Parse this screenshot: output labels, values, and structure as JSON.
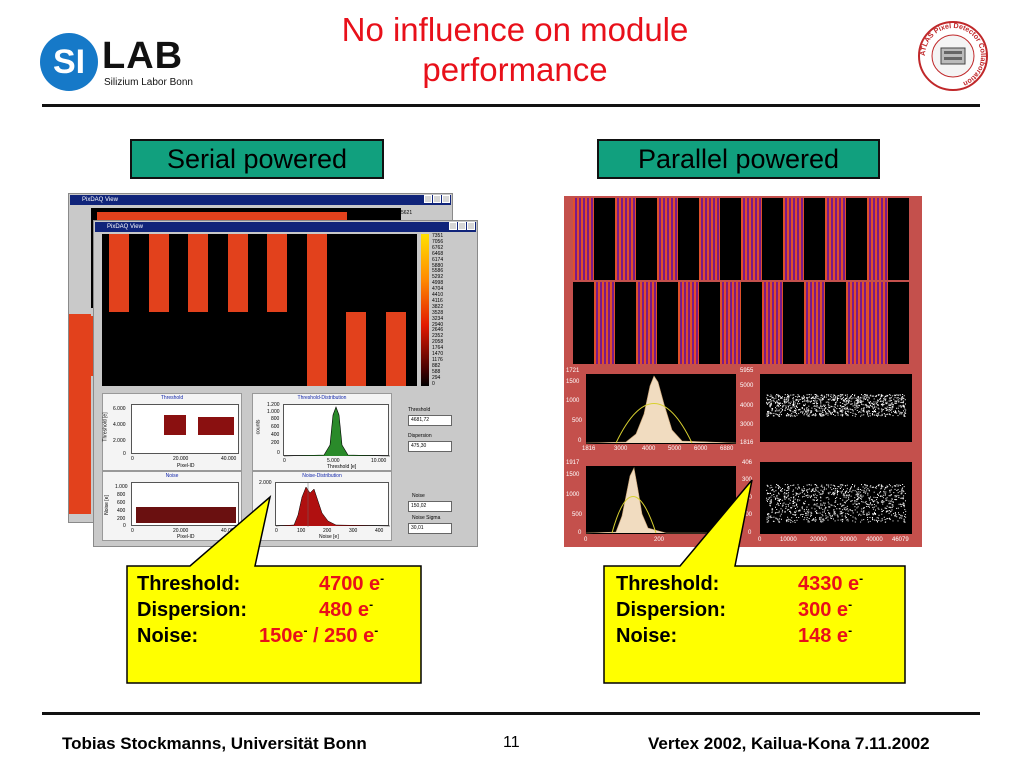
{
  "header": {
    "logo_short": "SI",
    "logo_name": "LAB",
    "logo_subtitle": "Silizium Labor Bonn",
    "title_line1": "No influence on module",
    "title_line2": "performance",
    "atlas_logo_text": "ATLAS Pixel Detector Collaboration"
  },
  "panels": {
    "serial_label": "Serial powered",
    "parallel_label": "Parallel powered"
  },
  "serial_window": {
    "back_title": "PixDAQ View",
    "front_title": "PixDAQ View",
    "back_scale_top": "5621",
    "scale_values": [
      "7351",
      "7056",
      "6762",
      "6468",
      "6174",
      "5880",
      "5586",
      "5292",
      "4998",
      "4704",
      "4410",
      "4116",
      "3822",
      "3528",
      "3234",
      "2940",
      "2646",
      "2352",
      "2058",
      "1764",
      "1470",
      "1176",
      "882",
      "588",
      "294",
      "0"
    ],
    "plot_threshold_title": "Threshold",
    "plot_threshold_dist_title": "Threshold-Distribution",
    "plot_noise_title": "Noise",
    "plot_noise_dist_title": "Noise-Distribution",
    "threshold_yticks": [
      "6.000",
      "4.000",
      "2.000",
      "0"
    ],
    "threshold_xticks": [
      "0",
      "20.000",
      "40.000"
    ],
    "threshold_xlabel": "Pixel-ID",
    "threshold_ylabel": "Threshold [e]",
    "tdist_yticks": [
      "1.200",
      "1.000",
      "800",
      "600",
      "400",
      "200",
      "0"
    ],
    "tdist_xticks": [
      "0",
      "5.000",
      "10.000"
    ],
    "tdist_xlabel": "Threshold [e]",
    "tdist_ylabel": "counts",
    "noise_yticks": [
      "1.000",
      "800",
      "600",
      "400",
      "200",
      "0"
    ],
    "noise_xticks": [
      "0",
      "20.000",
      "40.000"
    ],
    "noise_xlabel": "Pixel-ID",
    "noise_ylabel": "Noise [e]",
    "ndist_yticks": [
      "2.000"
    ],
    "ndist_xticks": [
      "0",
      "100",
      "200",
      "300",
      "400"
    ],
    "ndist_xlabel": "Noise [e]",
    "side_threshold_label": "Threshold",
    "side_threshold_value": "4681,72",
    "side_dispersion_label": "Dispersion",
    "side_dispersion_value": "475,30",
    "side_noise_label": "Noise",
    "side_noise_value": "150,02",
    "side_noise_sigma_label": "Noise Sigma",
    "side_noise_sigma_value": "30,01"
  },
  "parallel_window": {
    "hist1_top": "1721",
    "hist1_yticks": [
      "1500",
      "1000",
      "500",
      "0"
    ],
    "hist1_xticks": [
      "1816",
      "3000",
      "4000",
      "5000",
      "6000",
      "6880"
    ],
    "scatter1_top": "5955",
    "scatter1_yticks": [
      "5000",
      "4000",
      "3000",
      "1816"
    ],
    "hist2_top": "1917",
    "hist2_yticks": [
      "1500",
      "1000",
      "500",
      "0"
    ],
    "hist2_xticks": [
      "0",
      "200"
    ],
    "scatter2_top": "406",
    "scatter2_yticks": [
      "300",
      "200",
      "100",
      "0"
    ],
    "scatter_xticks": [
      "0",
      "10000",
      "20000",
      "30000",
      "40000",
      "46079"
    ],
    "map_colors": {
      "hot": "#e0502a",
      "cool": "#7a1a8a",
      "bg": "#000000"
    }
  },
  "callouts": {
    "serial": {
      "threshold_label": "Threshold:",
      "threshold_value": "4700 e",
      "dispersion_label": "Dispersion:",
      "dispersion_value": "480 e",
      "noise_label": "Noise:",
      "noise_value_a": "150e",
      "noise_sep": " / 250 e",
      "minus": "-"
    },
    "parallel": {
      "threshold_label": "Threshold:",
      "threshold_value": "4330 e",
      "dispersion_label": "Dispersion:",
      "dispersion_value": "300 e",
      "noise_label": "Noise:",
      "noise_value": "148 e",
      "minus": "-"
    }
  },
  "footer": {
    "left": "Tobias Stockmanns, Universität Bonn",
    "page": "11",
    "right": "Vertex 2002, Kailua-Kona 7.11.2002"
  },
  "colors": {
    "title_red": "#e8101a",
    "label_green": "#11a07e",
    "callout_yellow": "#ffff00",
    "logo_blue": "#1679c8",
    "window_titlebar": "#10247a",
    "parallel_bg": "#c4504c"
  }
}
